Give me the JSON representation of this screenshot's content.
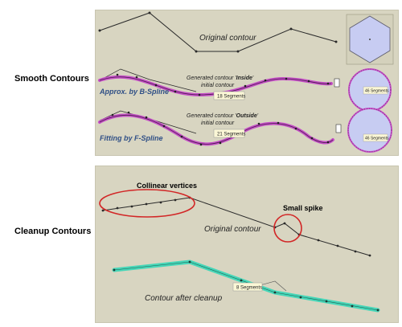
{
  "sections": {
    "smooth": "Smooth Contours",
    "cleanup": "Cleanup Contours"
  },
  "smooth_panel": {
    "original_label": "Original contour",
    "bspline": {
      "method": "Approx. by B-Spline",
      "caption_prefix": "Generated contour '",
      "caption_mode": "Inside",
      "caption_suffix": "'",
      "caption_line2": "initial contour",
      "segments": "18 Segments",
      "circle_segments": "46 Segments"
    },
    "fspline": {
      "method": "Fitting by F-Spline",
      "caption_prefix": "Generated contour '",
      "caption_mode": "Outside",
      "caption_suffix": "'",
      "caption_line2": "initial contour",
      "segments": "21 Segments",
      "circle_segments": "46 Segments"
    }
  },
  "cleanup_panel": {
    "collinear_label": "Collinear vertices",
    "spike_label": "Small spike",
    "original_label": "Original contour",
    "after_label": "Contour after cleanup",
    "segments": "8 Segments"
  },
  "colors": {
    "panel_bg": "#d8d5c1",
    "contour_line": "#2a2a2a",
    "spline_fill": "#c44ec6",
    "method_text": "#2f4f86",
    "highlight_ellipse": "#d22626",
    "cleanup_line": "#46d6b8",
    "hexagon_fill": "#c7ccf2",
    "label_box_fill": "#fbf7d6"
  }
}
